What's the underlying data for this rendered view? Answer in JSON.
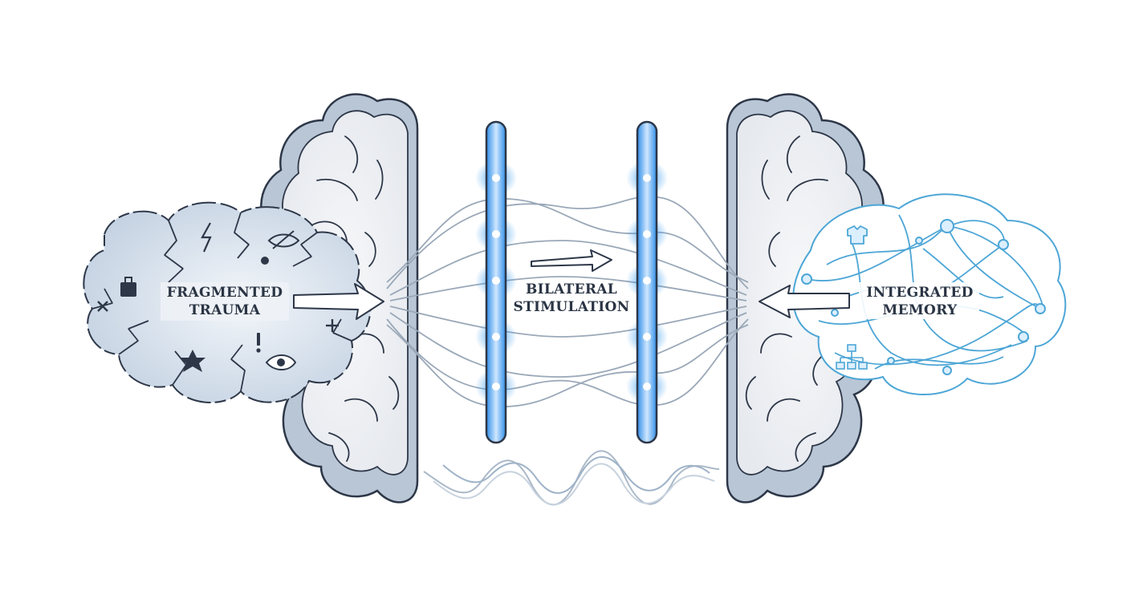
{
  "labels": {
    "left_line1": "FRAGMENTED",
    "left_line2": "TRAUMA",
    "center_line1": "BILATERAL",
    "center_line2": "STIMULATION",
    "right_line1": "INTEGRATED",
    "right_line2": "MEMORY"
  },
  "colors": {
    "outline": "#2d3748",
    "brain_fill": "#eef0f4",
    "brain_rim": "#b9c6d6",
    "trauma_fill": "#cdd9e6",
    "network": "#4da6d6",
    "light_bar_glow": "#3d9ef0",
    "wave": "#aab8c8"
  },
  "icons": [
    "lightning-icon",
    "crossed-eye-icon",
    "star-icon",
    "eye-icon",
    "cross-icon",
    "exclamation-icon",
    "shirt-icon",
    "hierarchy-icon"
  ]
}
